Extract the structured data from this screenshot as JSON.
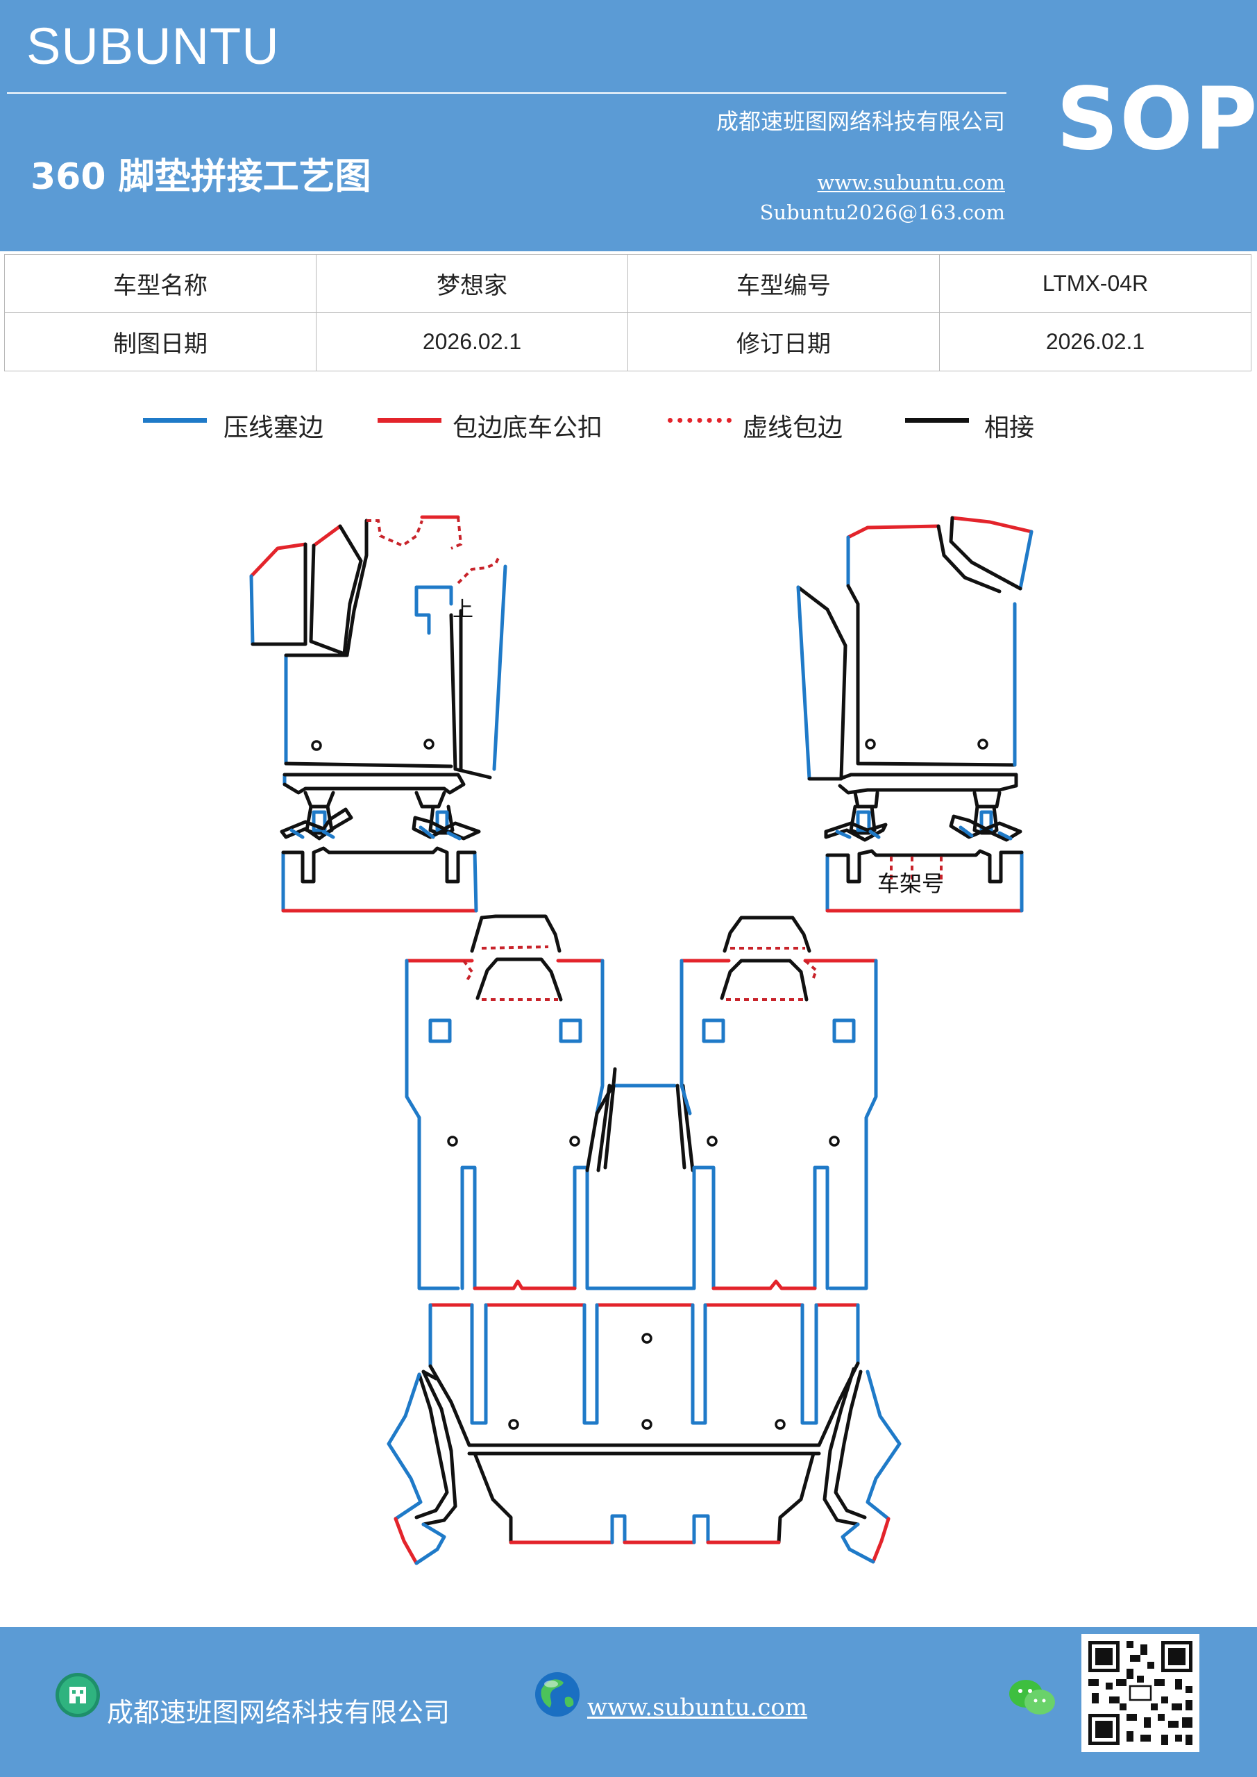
{
  "header": {
    "brand": "SUBUNTU",
    "sop_label": "SOP",
    "company": "成都速班图网络科技有限公司",
    "title": "360 脚垫拼接工艺图",
    "website": "www.subuntu.com",
    "email": "Subuntu2026@163.com",
    "background_color": "#5b9bd5"
  },
  "info_table": {
    "rows": [
      [
        "车型名称",
        "梦想家",
        "车型编号",
        "LTMX-04R"
      ],
      [
        "制图日期",
        "2026.02.1",
        "修订日期",
        "2026.02.1"
      ]
    ]
  },
  "legend": [
    {
      "label": "压线塞边",
      "color": "#1f7ac8",
      "style": "solid"
    },
    {
      "label": "包边底车公扣",
      "color": "#e3242b",
      "style": "solid"
    },
    {
      "label": "虚线包边",
      "color": "#e3242b",
      "style": "dotted"
    },
    {
      "label": "相接",
      "color": "#111111",
      "style": "solid"
    }
  ],
  "diagram": {
    "labels": {
      "upper_mark": "上",
      "frame_number": "车架号"
    },
    "colors": {
      "press_line": "#1f7ac8",
      "edge_binding": "#e3242b",
      "joint": "#111111"
    }
  },
  "footer": {
    "company": "成都速班图网络科技有限公司",
    "website": "www.subuntu.com",
    "icons": [
      "building-icon",
      "globe-icon",
      "wechat-icon",
      "qr-code"
    ]
  }
}
